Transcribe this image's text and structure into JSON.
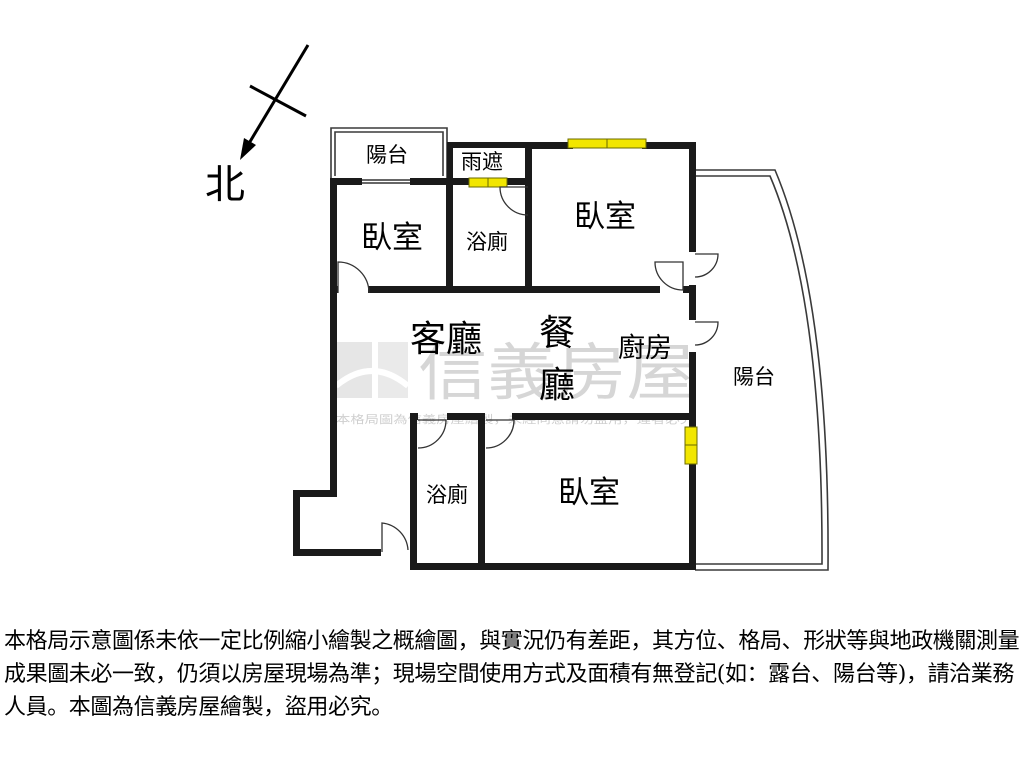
{
  "compass": {
    "label": "北"
  },
  "rooms": {
    "balcony_top": "陽台",
    "canopy": "雨遮",
    "bedroom_nw": "臥室",
    "bath_north": "浴廁",
    "bedroom_ne": "臥室",
    "living": "客廳",
    "dining_1": "餐",
    "dining_2": "廳",
    "kitchen": "廚房",
    "balcony_east": "陽台",
    "bath_south": "浴廁",
    "bedroom_south": "臥室"
  },
  "watermark": {
    "brand": "信義房屋",
    "notice": "本格局圖為信義房屋繪製，未經同意請勿盜用，違者必究"
  },
  "disclaimer": "本格局示意圖係未依一定比例縮小繪製之概繪圖，與實況仍有差距，其方位、格局、形狀等與地政機關測量成果圖未必一致，仍須以房屋現場為準；現場空間使用方式及面積有無登記(如：露台、陽台等)，請洽業務人員。本圖為信義房屋繪製，盜用必究。"
}
